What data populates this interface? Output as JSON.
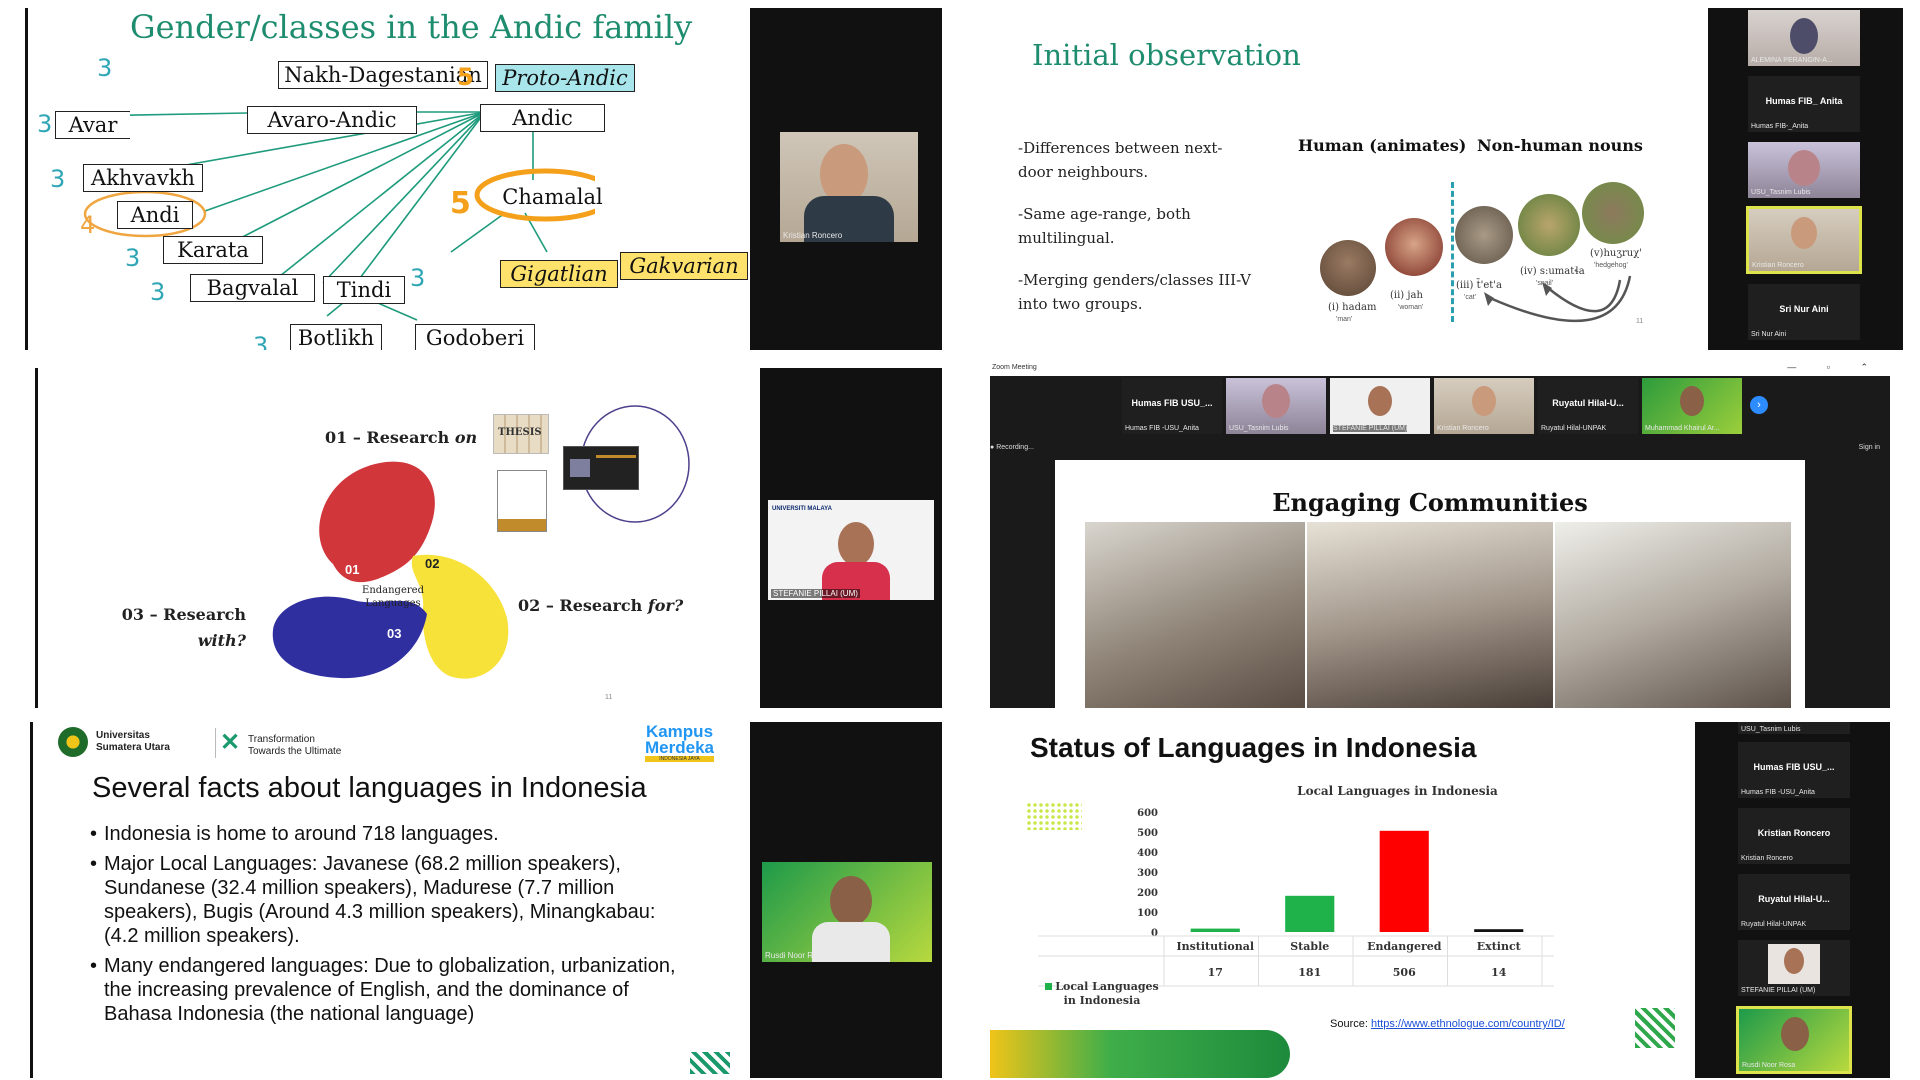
{
  "p1": {
    "title": "Gender/classes in the Andic family",
    "nodes": {
      "nakh": "Nakh-Dagestanian",
      "proto": "Proto-Andic",
      "avar": "Avar",
      "avaro": "Avaro-Andic",
      "andic": "Andic",
      "akh": "Akhvavkh",
      "andi": "Andi",
      "karata": "Karata",
      "chamalal": "Chamalal",
      "bagvalal": "Bagvalal",
      "tindi": "Tindi",
      "gig": "Gigatlian",
      "gak": "Gakvarian",
      "botlikh": "Botlikh",
      "godoberi": "Godoberi"
    },
    "nums": {
      "three": "3",
      "four": "4",
      "five": "5"
    },
    "video_name": "Kristian Roncero"
  },
  "p2": {
    "title": "Initial observation",
    "bullets": [
      "-Differences between next-door neighbours.",
      "-Same age-range, both multilingual.",
      "-Merging genders/classes III-V into two groups."
    ],
    "col_human": "Human (animates)",
    "col_nonhuman": "Non-human nouns",
    "labels": {
      "hadam": "(i) hadam",
      "man": "'man'",
      "jah": "(ii) jah",
      "woman": "'woman'",
      "tleta": "(iii) t̄'et'a",
      "cat": "'cat'",
      "sumatla": "(iv) s:umatɬa",
      "snail": "'snail'",
      "huzrux": "(v)huʒruχ'",
      "hedgehog": "'hedgehog'"
    },
    "page_num": "11",
    "participants": [
      {
        "name": "ALEMINA PERANGIN-A..."
      },
      {
        "title": "Humas FIB_ Anita",
        "name": "Humas FIB-_Anita"
      },
      {
        "name": "USU_Tasnim Lubis"
      },
      {
        "name": "Kristian Roncero"
      },
      {
        "title": "Sri Nur Aini",
        "name": "Sri Nur Aini"
      }
    ]
  },
  "p3": {
    "r1": "01 – Research",
    "r1_em": "on",
    "r2": "02 – Research",
    "r2_em": "for?",
    "r3": "03 – Research",
    "r3_em": "with?",
    "center": "Endangered Languages",
    "n01": "01",
    "n02": "02",
    "n03": "03",
    "thesis": "THESIS",
    "page_num": "11",
    "video_name": "STEFANIE PILLAI (UM)",
    "video_logo": "UNIVERSITI MALAYA"
  },
  "p4": {
    "app_title": "Zoom Meeting",
    "recording": "Recording...",
    "sign_in": "Sign in",
    "strip": [
      {
        "title": "Humas FIB USU_...",
        "name": "Humas FIB -USU_Anita"
      },
      {
        "name": "USU_Tasnim Lubis"
      },
      {
        "name": "STEFANIE PILLAI (UM)"
      },
      {
        "name": "Kristian Roncero"
      },
      {
        "title": "Ruyatul Hilal-U...",
        "name": "Ruyatul Hilal-UNPAK"
      },
      {
        "name": "Muhammad Khairul Ar..."
      }
    ],
    "slide_title": "Engaging Communities"
  },
  "p5": {
    "uni1": "Universitas",
    "uni2": "Sumatera Utara",
    "trans1": "Transformation",
    "trans2": "Towards the Ultimate",
    "kampus1": "Kampus",
    "kampus2": "Merdeka",
    "kampus3": "INDONESIA JAYA",
    "title": "Several facts about languages in Indonesia",
    "bullets": [
      "Indonesia is home to around 718 languages.",
      "Major Local Languages: Javanese (68.2 million speakers), Sundanese (32.4 million speakers), Madurese (7.7 million speakers), Bugis (Around 4.3 million speakers), Minangkabau: (4.2 million speakers).",
      "Many endangered languages: Due to globalization, urbanization, the increasing prevalence of English, and the dominance of Bahasa Indonesia (the national language)"
    ],
    "video_name": "Rusdi Noor Rosa"
  },
  "p6": {
    "title": "Status of Languages in Indonesia",
    "source_label": "Source:",
    "source_link": "https://www.ethnologue.com/country/ID/",
    "legend_label": "Local Languages in Indonesia",
    "participants": [
      {
        "name": "USU_Tasnim Lubis"
      },
      {
        "title": "Humas FIB USU_...",
        "name": "Humas FIB -USU_Anita"
      },
      {
        "title": "Kristian Roncero",
        "name": "Kristian Roncero"
      },
      {
        "title": "Ruyatul Hilal-U...",
        "name": "Ruyatul Hilal-UNPAK"
      },
      {
        "name": "STEFANIE PILLAI (UM)"
      },
      {
        "name": "Rusdi Noor Rosa"
      }
    ]
  },
  "chart_data": {
    "type": "bar",
    "title": "Local Languages in Indonesia",
    "categories": [
      "Institutional",
      "Stable",
      "Endangered",
      "Extinct"
    ],
    "series": [
      {
        "name": "Local Languages in Indonesia",
        "values": [
          17,
          181,
          506,
          14
        ]
      }
    ],
    "colors": [
      "#1fb24a",
      "#1fb24a",
      "#ff0000",
      "#111111"
    ],
    "ylim": [
      0,
      600
    ],
    "yticks": [
      "0",
      "100",
      "200",
      "300",
      "400",
      "500",
      "600"
    ],
    "grid": false
  }
}
